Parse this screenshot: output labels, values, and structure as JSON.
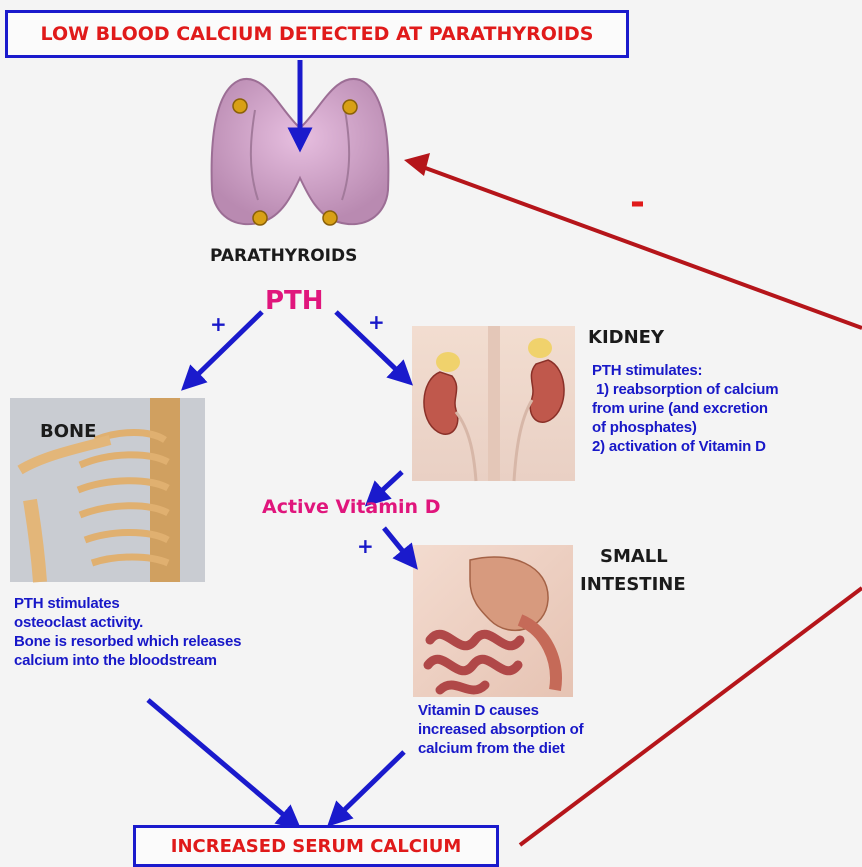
{
  "title_box": "LOW BLOOD CALCIUM DETECTED AT PARATHYROIDS",
  "bottom_box": "INCREASED SERUM CALCIUM",
  "parathyroids_label": "PARATHYROIDS",
  "pth_label": "PTH",
  "plus_sign": "+",
  "minus_sign": "-",
  "kidney": {
    "label": "KIDNEY",
    "text": [
      "PTH stimulates:",
      "1) reabsorption of calcium",
      "from urine (and excretion",
      "of phosphates)",
      "2) activation of Vitamin D"
    ]
  },
  "bone": {
    "label": "BONE",
    "text": [
      "PTH stimulates",
      "osteoclast activity.",
      "Bone is resorbed which releases",
      "calcium into the bloodstream"
    ]
  },
  "vitamin_label": "Active Vitamin D",
  "intestine": {
    "label_line1": "SMALL",
    "label_line2": "INTESTINE",
    "text": [
      "Vitamin D causes",
      "increased absorption of",
      "calcium from the diet"
    ]
  },
  "colors": {
    "blue": "#1a1acc",
    "red": "#e01a1a",
    "magenta": "#e0157c",
    "feedback": "#b5151a"
  }
}
